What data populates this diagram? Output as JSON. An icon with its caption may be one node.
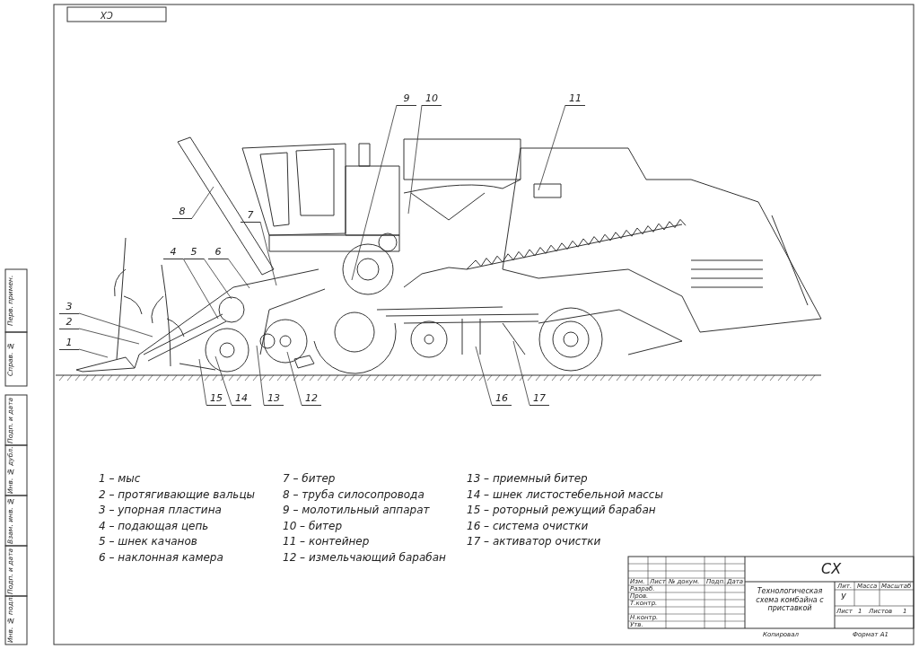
{
  "diagram": {
    "nodes": [
      {
        "text": [
          "1"
        ]
      },
      {
        "text": [
          "2"
        ]
      },
      {
        "text": [
          "3"
        ]
      },
      {
        "text": [
          "4"
        ]
      },
      {
        "text": [
          "5"
        ]
      },
      {
        "text": [
          "6"
        ]
      },
      {
        "text": [
          "7"
        ]
      },
      {
        "text": [
          "8"
        ]
      },
      {
        "text": [
          "9"
        ]
      },
      {
        "text": [
          "10"
        ]
      },
      {
        "text": [
          "11"
        ]
      },
      {
        "text": [
          "12"
        ]
      },
      {
        "text": [
          "13"
        ]
      },
      {
        "text": [
          "14"
        ]
      },
      {
        "text": [
          "15"
        ]
      },
      {
        "text": [
          "16"
        ]
      },
      {
        "text": [
          "17"
        ]
      }
    ],
    "edges": [
      {
        "from": 0,
        "to": null,
        "arrow": "none"
      },
      {
        "from": 1,
        "to": null,
        "arrow": "none"
      },
      {
        "from": 2,
        "to": null,
        "arrow": "none"
      },
      {
        "from": 3,
        "to": null,
        "arrow": "none"
      },
      {
        "from": 4,
        "to": null,
        "arrow": "none"
      },
      {
        "from": 5,
        "to": null,
        "arrow": "none"
      },
      {
        "from": 6,
        "to": null,
        "arrow": "none"
      },
      {
        "from": 7,
        "to": null,
        "arrow": "none"
      },
      {
        "from": 8,
        "to": null,
        "arrow": "none"
      },
      {
        "from": 9,
        "to": null,
        "arrow": "none"
      },
      {
        "from": 10,
        "to": null,
        "arrow": "none"
      },
      {
        "from": 11,
        "to": null,
        "arrow": "none"
      },
      {
        "from": 12,
        "to": null,
        "arrow": "none"
      },
      {
        "from": 13,
        "to": null,
        "arrow": "none"
      },
      {
        "from": 14,
        "to": null,
        "arrow": "none"
      },
      {
        "from": 15,
        "to": null,
        "arrow": "none"
      },
      {
        "from": 16,
        "to": null,
        "arrow": "none"
      }
    ],
    "labels": [
      "СХ",
      "1 – мыс",
      "2 – протягивающие вальцы",
      "3 – упорная пластина",
      "4 – подающая цепь",
      "5 – шнек качанов",
      "6 – наклонная камера",
      "7 – битер",
      "8 – труба силосопровода",
      "9 – молотильный аппарат",
      "10 – битер",
      "11 – контейнер",
      "12 – измельчающий барабан",
      "13 – приемный битер",
      "14 – шнек листостебельной массы",
      "15 – роторный режущий барабан",
      "16 – система очистки",
      "17 – активатор очистки",
      "Перв. примен.",
      "Справ. №",
      "Подп. и дата",
      "Инв. № дубл.",
      "Взам. инв. №",
      "Подп. и дата",
      "Инв. № подл.",
      "СХ",
      "Изм.",
      "Лист",
      "№ докум.",
      "Подп.",
      "Дата",
      "Разраб.",
      "Пров.",
      "Т.контр.",
      "Н.контр.",
      "Утв.",
      "Технологическая схема комбайна с приставкой",
      "Лит.",
      "Масса",
      "Масштаб",
      "У",
      "Лист",
      "1",
      "Листов",
      "1",
      "Копировал",
      "Формат А1"
    ]
  }
}
